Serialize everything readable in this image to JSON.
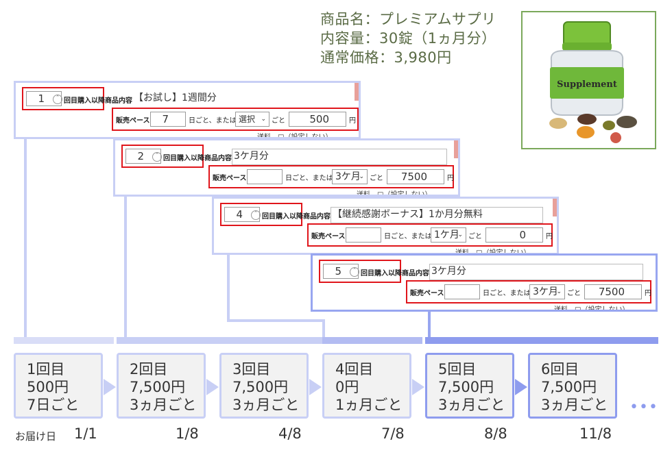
{
  "product": {
    "name": "商品名：プレミアムサプリ",
    "capacity": "内容量：30錠（1ヵ月分）",
    "price": "通常価格：3,980円",
    "image_label": "Supplement"
  },
  "common": {
    "from_label": "回目購入以降",
    "item_label": "商品内容",
    "pace_label": "販売ペース",
    "days_label": "日ごと、または",
    "every_label": "ごと",
    "yen": "円",
    "shipping_cut": "送料　□（設定しない）"
  },
  "rules": [
    {
      "from": "1",
      "title": "【お試し】1週間分",
      "days": "7",
      "period": "選択",
      "price": "500"
    },
    {
      "from": "2",
      "title": "3ケ月分",
      "days": "",
      "period": "3ケ月",
      "price": "7500"
    },
    {
      "from": "4",
      "title": "【継続感謝ボーナス】1か月分無料",
      "days": "",
      "period": "1ケ月",
      "price": "0"
    },
    {
      "from": "5",
      "title": "3ケ月分",
      "days": "",
      "period": "3ケ月",
      "price": "7500"
    }
  ],
  "deliveries": [
    {
      "count": "1回目",
      "price": "500円",
      "pace": "7日ごと",
      "date": "1/1"
    },
    {
      "count": "2回目",
      "price": "7,500円",
      "pace": "3ヵ月ごと",
      "date": "1/8"
    },
    {
      "count": "3回目",
      "price": "7,500円",
      "pace": "3ヵ月ごと",
      "date": "4/8"
    },
    {
      "count": "4回目",
      "price": "0円",
      "pace": "1ヵ月ごと",
      "date": "7/8"
    },
    {
      "count": "5回目",
      "price": "7,500円",
      "pace": "3ヵ月ごと",
      "date": "8/8"
    },
    {
      "count": "6回目",
      "price": "7,500円",
      "pace": "3ヵ月ごと",
      "date": "11/8"
    }
  ],
  "timeline": {
    "date_label": "お届け日",
    "more": "•••"
  },
  "colors": {
    "light_accent": "#c8cff5",
    "dark_accent": "#8e9cee",
    "highlight": "#e0151b"
  }
}
